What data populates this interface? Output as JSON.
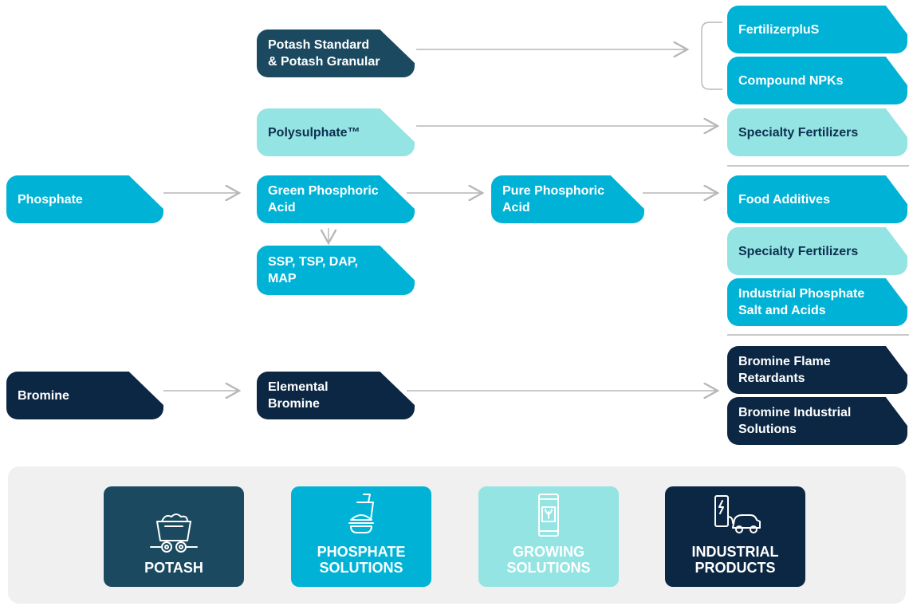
{
  "colors": {
    "potash": "#1b4a60",
    "phosphate": "#00b3d6",
    "growing": "#94e4e3",
    "industrial": "#0c2744",
    "arrow": "#b7b7b7",
    "panel": "#f0f0f0"
  },
  "sources": {
    "phosphate": "Phosphate",
    "bromine": "Bromine"
  },
  "intermediates": {
    "potash": "Potash Standard\n& Potash Granular",
    "polysulphate": "Polysulphate™",
    "green_acid": "Green Phosphoric\nAcid",
    "ssp": "SSP, TSP, DAP,\nMAP",
    "pure_acid": "Pure Phosphoric\nAcid",
    "elemental_bromine": "Elemental\nBromine"
  },
  "products": {
    "fertilizerplus": "FertilizerpluS",
    "compound_npk": "Compound NPKs",
    "specialty_fert_1": "Specialty Fertilizers",
    "food_additives": "Food Additives",
    "specialty_fert_2": "Specialty Fertilizers",
    "industrial_phosphate": "Industrial Phosphate\nSalt and Acids",
    "bromine_flame": "Bromine Flame\nRetardants",
    "bromine_industrial": "Bromine Industrial\nSolutions"
  },
  "segments": [
    {
      "label": "POTASH",
      "icon": "mining-cart-icon"
    },
    {
      "label": "PHOSPHATE\nSOLUTIONS",
      "icon": "food-drink-icon"
    },
    {
      "label": "GROWING\nSOLUTIONS",
      "icon": "fertilizer-bag-icon"
    },
    {
      "label": "INDUSTRIAL\nPRODUCTS",
      "icon": "ev-charging-car-icon"
    }
  ]
}
